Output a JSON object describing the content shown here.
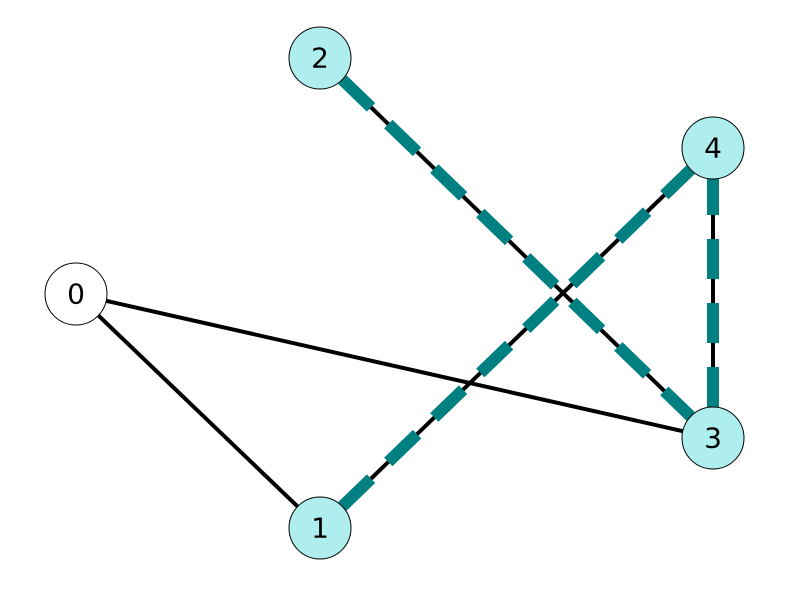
{
  "graph": {
    "nodes": [
      {
        "id": "0",
        "label": "0",
        "highlighted": false
      },
      {
        "id": "1",
        "label": "1",
        "highlighted": true
      },
      {
        "id": "2",
        "label": "2",
        "highlighted": true
      },
      {
        "id": "3",
        "label": "3",
        "highlighted": true
      },
      {
        "id": "4",
        "label": "4",
        "highlighted": true
      }
    ],
    "edges": [
      {
        "source": "0",
        "target": "1",
        "highlighted": false
      },
      {
        "source": "0",
        "target": "3",
        "highlighted": false
      },
      {
        "source": "2",
        "target": "3",
        "highlighted": true
      },
      {
        "source": "1",
        "target": "4",
        "highlighted": true
      },
      {
        "source": "3",
        "target": "4",
        "highlighted": true
      }
    ],
    "colors": {
      "highlight_node": "#afeeee",
      "plain_node": "#ffffff",
      "highlight_edge": "#008080",
      "edge": "#000000"
    }
  }
}
